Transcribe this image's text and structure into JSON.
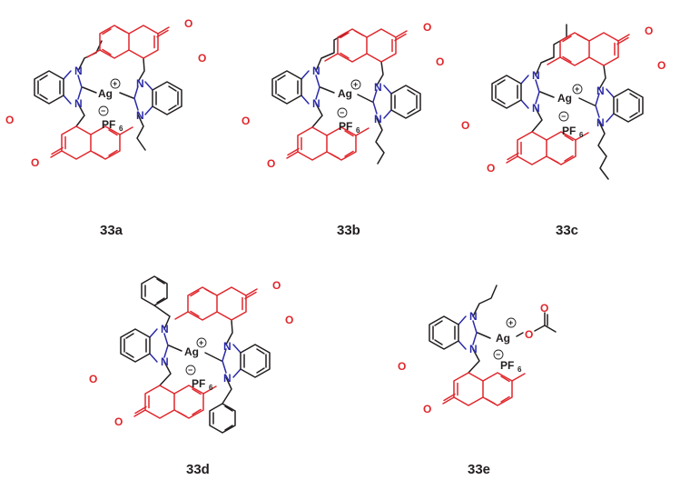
{
  "compounds": [
    {
      "id": "33a",
      "label": "33a"
    },
    {
      "id": "33b",
      "label": "33b"
    },
    {
      "id": "33c",
      "label": "33c"
    },
    {
      "id": "33d",
      "label": "33d"
    },
    {
      "id": "33e",
      "label": "33e"
    }
  ],
  "atoms": {
    "metal": "Ag",
    "nitrogen": "N",
    "oxygen": "O",
    "counterion": "PF",
    "counterion_sub": "6",
    "plus": "+",
    "minus": "−"
  },
  "colors": {
    "coumarin": "#e0262b",
    "imidazole": "#2b2ba8",
    "scaffold": "#231f20"
  }
}
